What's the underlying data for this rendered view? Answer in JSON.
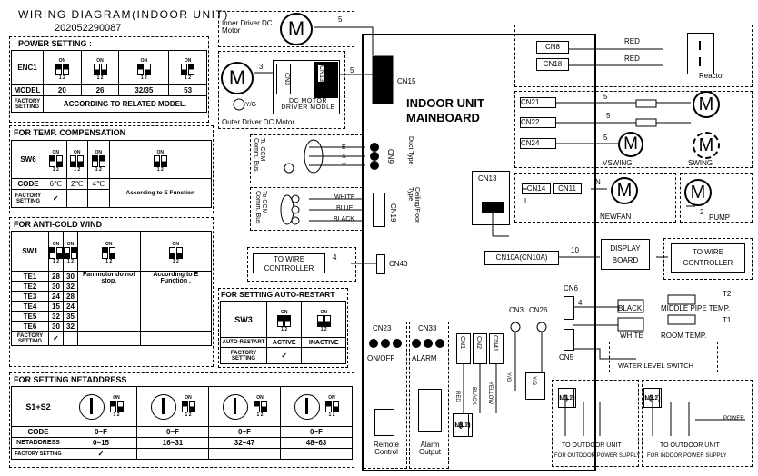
{
  "title": "WIRING DIAGRAM(INDOOR UNIT)",
  "code": "202052290087",
  "power": {
    "heading": "POWER SETTING :",
    "row_enc": "ENC1",
    "row_model": "MODEL",
    "row_factory": "FACTORY SETTING",
    "models": [
      "20",
      "26",
      "32/35",
      "53"
    ],
    "factory_note": "ACCORDING TO RELATED MODEL."
  },
  "temp": {
    "heading": "FOR TEMP. COMPENSATION",
    "row_sw": "SW6",
    "row_code": "CODE",
    "row_factory": "FACTORY SETTING",
    "codes": [
      "6℃",
      "2℃",
      "4℃",
      "According to E Function"
    ]
  },
  "anticold": {
    "heading": "FOR ANTI-COLD WIND",
    "row_sw": "SW1",
    "rows": [
      {
        "label": "TE1",
        "a": "28",
        "b": "30"
      },
      {
        "label": "TE2",
        "a": "30",
        "b": "32"
      },
      {
        "label": "TE3",
        "a": "24",
        "b": "28"
      },
      {
        "label": "TE4",
        "a": "15",
        "b": "24"
      },
      {
        "label": "TE5",
        "a": "32",
        "b": "35"
      },
      {
        "label": "TE6",
        "a": "30",
        "b": "32"
      }
    ],
    "fan_note": "Fan motor do not stop.",
    "efunc_note": "According to E Function .",
    "row_factory": "FACTORY SETTING"
  },
  "restart": {
    "heading": "FOR SETTING AUTO-RESTART",
    "row_sw": "SW3",
    "row_label": "AUTO-RESTART",
    "active": "ACTIVE",
    "inactive": "INACTIVE",
    "row_factory": "FACTORY SETTING"
  },
  "netaddr": {
    "heading": "FOR SETTING NETADDRESS",
    "row_sw": "S1+S2",
    "row_code": "CODE",
    "row_addr": "NETADDRESS",
    "row_factory": "FACTORY SETTING",
    "codes": [
      "0~F",
      "0~F",
      "0~F",
      "0~F"
    ],
    "addresses": [
      "0~15",
      "16~31",
      "32~47",
      "48~63"
    ]
  },
  "switch": {
    "on": "ON",
    "one": "1",
    "two": "2"
  },
  "labels": {
    "inner_motor": "Inner Driver DC Motor",
    "outer_motor": "Outer Driver DC Motor",
    "dc_driver": "DC MOTOR DRIVER MODLE",
    "cn3": "CN3",
    "cn13a": "CN13",
    "cn15": "CN15",
    "yg": "Y/G",
    "mainboard_1": "INDOOR UNIT",
    "mainboard_2": "MAINBOARD",
    "to_ccm_1": "To CCM Comm. Bus",
    "to_ccm_2": "To CCM Comm. Bus",
    "duct_type": "Duct Type",
    "ceiling_type": "Ceiling/Floor Type",
    "e": "E",
    "x": "X",
    "y": "Y",
    "white": "WHITE",
    "blue": "BLUE",
    "black": "BLACK",
    "cn9": "CN9",
    "cn19": "CN19",
    "to_wire_ctrl": "TO WIRE CONTROLLER",
    "cn40": "CN40",
    "cn23": "CN23",
    "cn33": "CN33",
    "onoff": "ON/OFF",
    "alarm": "ALARM",
    "remote_ctrl": "Remote Control",
    "alarm_output": "Alarm Output",
    "cn1": "CN1",
    "cn2": "CN2",
    "cn41": "CN41",
    "cn3b": "CN3",
    "cn26": "CN26",
    "red": "RED",
    "yellow": "YELLOW",
    "l1": "L(L1)",
    "n2": "N(L2)",
    "s": "S",
    "cn8": "CN8",
    "cn18": "CN18",
    "reactor": "Reactor",
    "cn21": "CN21",
    "cn22": "CN22",
    "cn24": "CN24",
    "vswing": "VSWING",
    "swing": "SWING",
    "cn13b": "CN13",
    "cn14": "CN14",
    "cn11": "CN11",
    "n": "N",
    "l": "L",
    "newfan": "NEWFAN",
    "pump": "PUMP",
    "cn10a": "CN10A(CN10A)",
    "display_board": "DISPLAY BOARD",
    "to_wire_ctrl_2": "TO WIRE CONTROLLER",
    "cn6": "CN6",
    "t2": "T2",
    "t1": "T1",
    "black2": "BLACK",
    "white2": "WHITE",
    "middle_pipe": "MIDDLE PIPE TEMP.",
    "room_temp": "ROOM TEMP.",
    "cn5": "CN5",
    "water_level": "WATER LEVEL SWITCH",
    "to_outdoor_1": "TO OUTDOOR UNIT",
    "for_outdoor_ps": "FOR OUTDOOR POWER SUPPLY",
    "to_outdoor_2": "TO OUTDOOR UNIT",
    "for_indoor_ps": "FOR INDOOR POWER SUPPLY",
    "power": "POWER",
    "m": "M"
  },
  "wire_numbers": {
    "w_inner": "5",
    "w_outer3": "3",
    "w_outer5": "5",
    "w_cn21": "5",
    "w_cn22": "5",
    "w_cn24": "5",
    "w_cn10": "10",
    "w_cn40": "4",
    "w_cn6": "4",
    "w_pump": "2"
  }
}
